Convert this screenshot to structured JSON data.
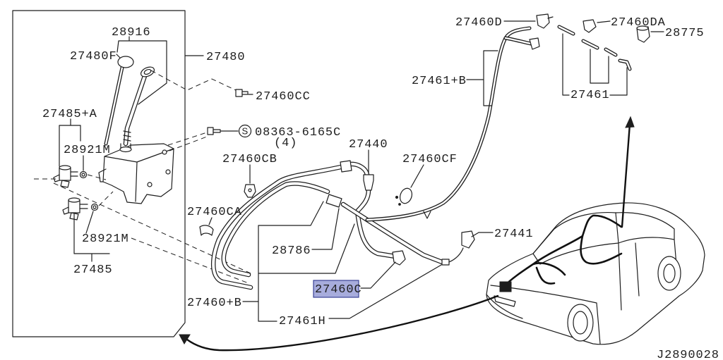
{
  "diagram": {
    "callouts": [
      "28916",
      "27480F",
      "27480",
      "27460CC",
      "27485+A",
      "28921M",
      "27460CB",
      "27440",
      "27460CF",
      "27460CA",
      "28786",
      "27441",
      "28921M",
      "27485",
      "27460C",
      "27460+B",
      "27461H",
      "27460D",
      "27460DA",
      "28775",
      "27461+B",
      "27461"
    ],
    "screw": {
      "symbol": "S",
      "code": "08363-6165C",
      "qty": "(4)"
    },
    "drawing_number": "J2890028"
  },
  "colors": {
    "line": "#1e1e1e",
    "highlight_fill": "#a7acdc",
    "highlight_border": "#3a4296",
    "background": "#ffffff"
  }
}
